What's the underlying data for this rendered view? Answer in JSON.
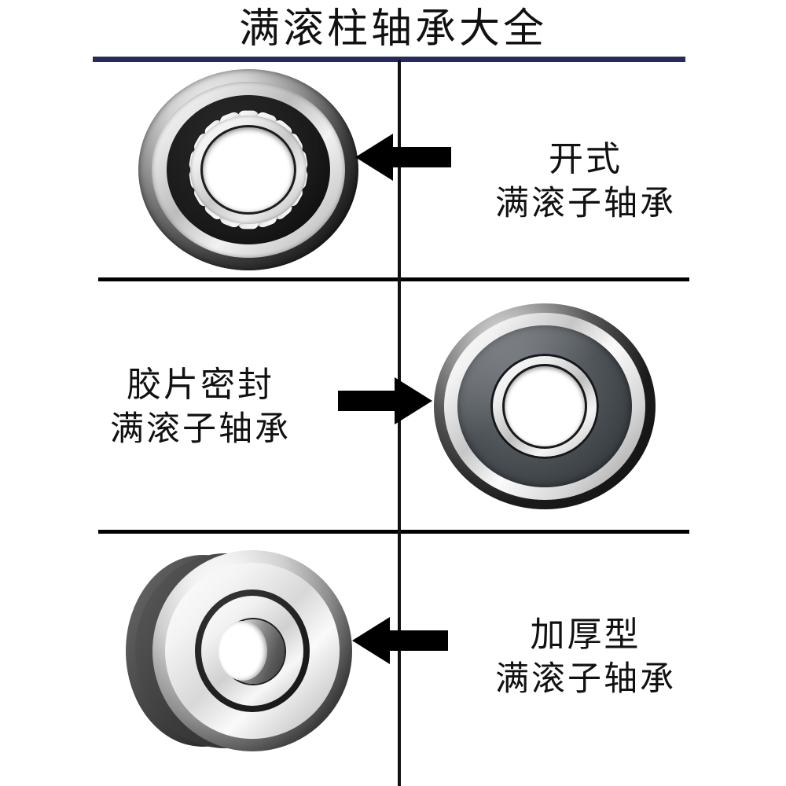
{
  "title": "满滚柱轴承大全",
  "colors": {
    "title_rule": "#262a5e",
    "divider": "#000000",
    "text": "#111111",
    "background": "#ffffff",
    "arrow": "#000000"
  },
  "rows": [
    {
      "id": "open-type",
      "image_side": "left",
      "label_side": "right",
      "arrow_direction": "left",
      "label_line1": "开式",
      "label_line2": "满滚子轴承",
      "bearing_name": "open-full-complement-cylindrical-roller-bearing"
    },
    {
      "id": "film-sealed",
      "image_side": "right",
      "label_side": "left",
      "arrow_direction": "right",
      "label_line1": "胶片密封",
      "label_line2": "满滚子轴承",
      "bearing_name": "film-sealed-full-complement-roller-bearing"
    },
    {
      "id": "thickened",
      "image_side": "left",
      "label_side": "right",
      "arrow_direction": "left",
      "label_line1": "加厚型",
      "label_line2": "满滚子轴承",
      "bearing_name": "thickened-full-complement-roller-bearing"
    }
  ]
}
